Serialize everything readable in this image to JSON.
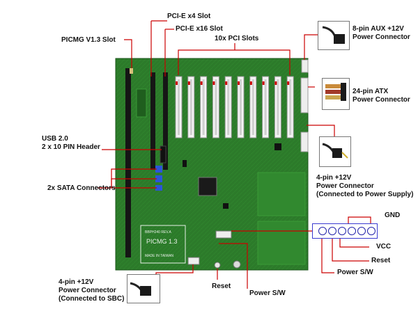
{
  "labels": {
    "pcie_x4": "PCI-E x4 Slot",
    "pcie_x16": "PCI-E x16 Slot",
    "picmg_slot": "PICMG V1.3 Slot",
    "pci_slots": "10x PCI Slots",
    "aux_power": [
      "8-pin AUX +12V",
      "Power Connector"
    ],
    "atx_power": [
      "24-pin ATX",
      "Power Connector"
    ],
    "usb": [
      "USB 2.0",
      "2 x 10 PIN Header"
    ],
    "sata": "2x SATA Connectors",
    "psu_4pin": [
      "4-pin +12V",
      "Power Connector",
      "(Connected to Power Supply)"
    ],
    "gnd": "GND",
    "vcc": "VCC",
    "reset_pin": "Reset",
    "power_sw_pin": "Power S/W",
    "sbc_4pin": [
      "4-pin +12V",
      "Power Connector",
      "(Connected to SBC)"
    ],
    "reset_bottom": "Reset",
    "power_sw_bottom": "Power S/W"
  },
  "board": {
    "silk_model": "BBPH240 REV.A",
    "silk_name": "PICMG 1.3",
    "silk_origin": "MADE IN TAIWAN",
    "pci_slot_count": 10
  },
  "colors": {
    "pcb": "#2c7a2a",
    "leader": "#cc0000",
    "header_border": "#3a3ad0"
  }
}
